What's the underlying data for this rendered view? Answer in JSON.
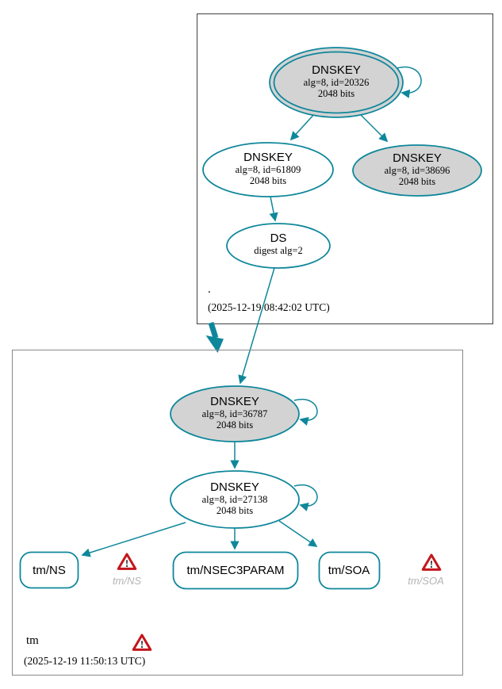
{
  "colors": {
    "edge_teal": "#0f879b",
    "node_fill_gray": "#d3d3d3",
    "warning_red": "#c4161c",
    "cluster_root_border": "#404040",
    "cluster_tm_border": "#8a8a8a"
  },
  "icons": {
    "warning_glyph": "!"
  },
  "zone_root": {
    "label": ".",
    "timestamp": "(2025-12-19 08:42:02 UTC)",
    "ksk": {
      "title": "DNSKEY",
      "detail": "alg=8, id=20326",
      "size": "2048 bits"
    },
    "zsk": {
      "title": "DNSKEY",
      "detail": "alg=8, id=61809",
      "size": "2048 bits"
    },
    "key2": {
      "title": "DNSKEY",
      "detail": "alg=8, id=38696",
      "size": "2048 bits"
    },
    "ds": {
      "title": "DS",
      "detail": "digest alg=2"
    }
  },
  "zone_tm": {
    "label": "tm",
    "timestamp": "(2025-12-19 11:50:13 UTC)",
    "ksk": {
      "title": "DNSKEY",
      "detail": "alg=8, id=36787",
      "size": "2048 bits"
    },
    "zsk": {
      "title": "DNSKEY",
      "detail": "alg=8, id=27138",
      "size": "2048 bits"
    },
    "rrsets": [
      {
        "label": "tm/NS"
      },
      {
        "label": "tm/NSEC3PARAM"
      },
      {
        "label": "tm/SOA"
      }
    ],
    "warnings": [
      {
        "label": "tm/NS"
      },
      {
        "label": "tm/SOA"
      }
    ]
  }
}
